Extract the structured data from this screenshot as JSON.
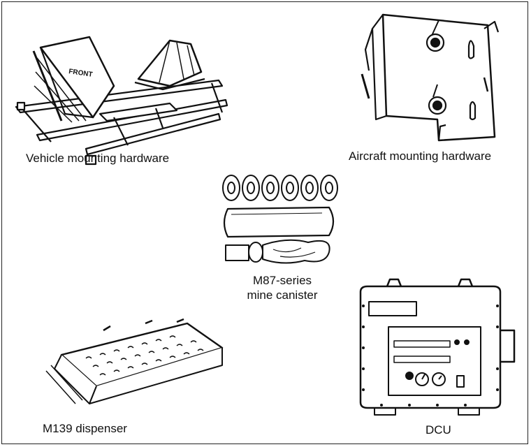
{
  "figure": {
    "items": [
      {
        "id": "vehicle",
        "label": "Vehicle mounting hardware"
      },
      {
        "id": "aircraft",
        "label": "Aircraft mounting hardware"
      },
      {
        "id": "canister",
        "label_line1": "M87-series",
        "label_line2": "mine canister"
      },
      {
        "id": "dispenser",
        "label": "M139 dispenser"
      },
      {
        "id": "dcu",
        "label": "DCU"
      }
    ],
    "vehicle_stencil": "FRONT"
  }
}
